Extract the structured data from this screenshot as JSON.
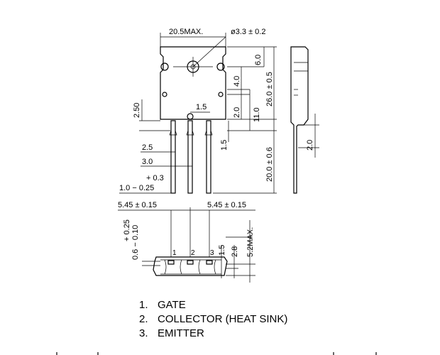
{
  "dimensions": {
    "width_max": "20.5MAX.",
    "hole_dia": "ø3.3 ± 0.2",
    "d_6_0": "6.0",
    "d_4_0": "4.0",
    "d_26_0": "26.0 ± 0.5",
    "d_2_0_body": "2.0",
    "d_11_0": "11.0",
    "d_2_50": "2.50",
    "d_1_5_top": "1.5",
    "d_1_5_lead": "1.5",
    "d_20_0": "20.0 ± 0.6",
    "d_2_5": "2.5",
    "d_3_0": "3.0",
    "tol_plus": "+ 0.3",
    "lead_width": "1.0 − 0.25",
    "d_2_0_side": "2.0",
    "pitch_left": "5.45 ± 0.15",
    "pitch_right": "5.45 ± 0.15",
    "lead_thk_tol": "+ 0.25",
    "lead_thk": "0.6 − 0.10",
    "d_1_5_bottom": "1.5",
    "d_2_8": "2.8",
    "d_5_2max": "5.2MAX."
  },
  "pin_numbers": [
    "1",
    "2",
    "3"
  ],
  "legend": [
    {
      "num": "1.",
      "label": "GATE"
    },
    {
      "num": "2.",
      "label": "COLLECTOR (HEAT SINK)"
    },
    {
      "num": "3.",
      "label": "EMITTER"
    }
  ]
}
